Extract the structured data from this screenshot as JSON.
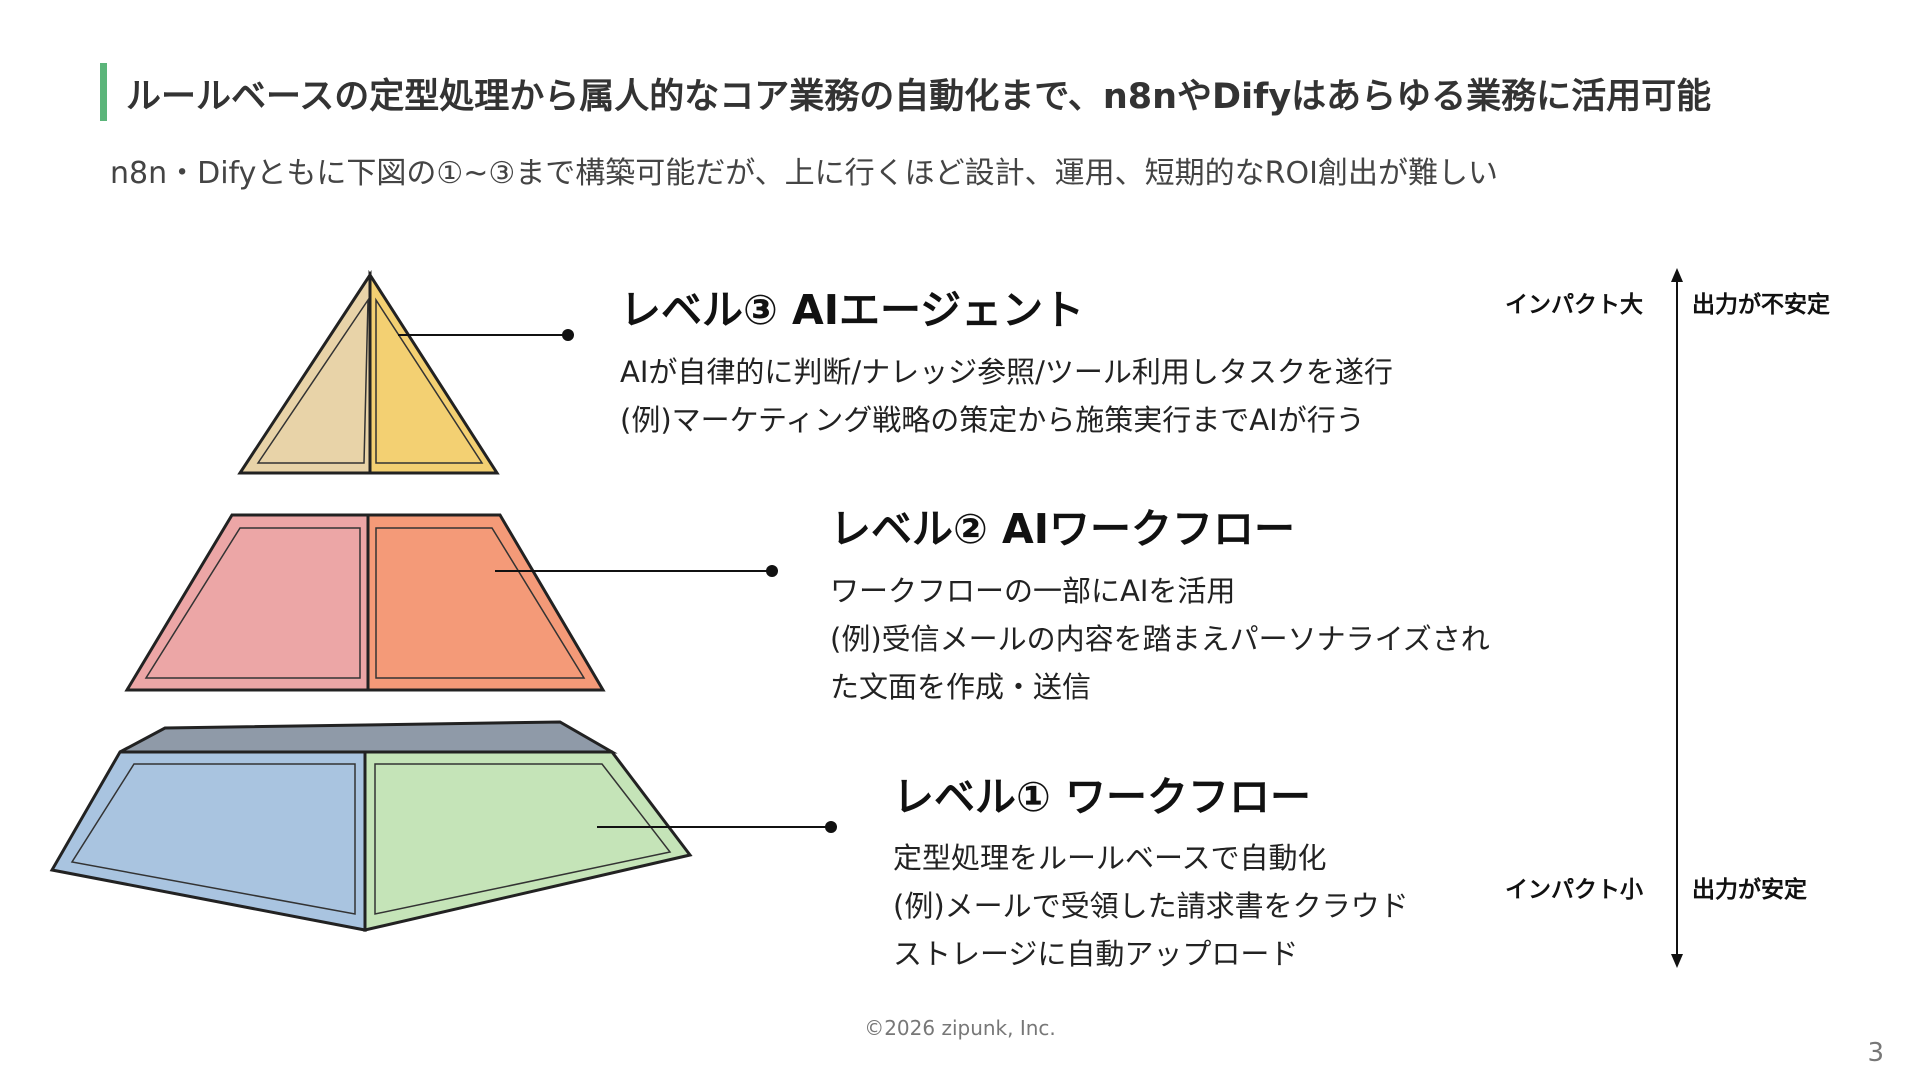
{
  "header": {
    "title": "ルールベースの定型処理から属人的なコア業務の自動化まで、n8nやDifyはあらゆる業務に活用可能",
    "subtitle": "n8n・Difyともに下図の①~③まで構築可能だが、上に行くほど設計、運用、短期的なROI創出が難しい",
    "accent_color": "#5bb57a"
  },
  "levels": [
    {
      "heading": "レベル③ AIエージェント",
      "lines": [
        "AIが自律的に判断/ナレッジ参照/ツール利用しタスクを遂行",
        "(例)マーケティング戦略の策定から施策実行までAIが行う"
      ],
      "colors": [
        "#e8d3a8",
        "#f3d072"
      ]
    },
    {
      "heading": "レベル② AIワークフロー",
      "lines": [
        "ワークフローの一部にAIを活用",
        "(例)受信メールの内容を踏まえパーソナライズされ",
        "た文面を作成・送信"
      ],
      "colors": [
        "#eca6a6",
        "#f49a78"
      ]
    },
    {
      "heading": "レベル① ワークフロー",
      "lines": [
        "定型処理をルールベースで自動化",
        "(例)メールで受領した請求書をクラウド",
        "ストレージに自動アップロード"
      ],
      "colors": [
        "#a9c4e0",
        "#c5e4b8"
      ]
    }
  ],
  "axis": {
    "top_impact": "インパクト大",
    "top_output": "出力が不安定",
    "bottom_impact": "インパクト小",
    "bottom_output": "出力が安定"
  },
  "footer": {
    "copyright": "©2026 zipunk, Inc.",
    "page_number": "3"
  }
}
